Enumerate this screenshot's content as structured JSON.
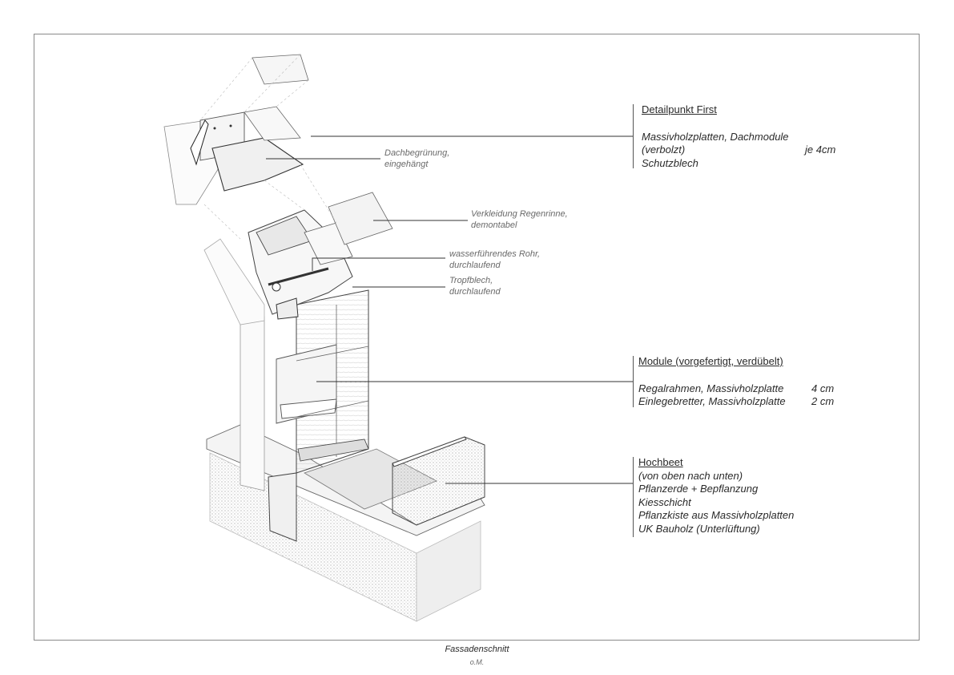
{
  "labels": {
    "dachbegruenung": [
      "Dachbegrünung,",
      "eingehängt"
    ],
    "regenrinne": [
      "Verkleidung Regenrinne,",
      "demontabel"
    ],
    "rohr": [
      "wasserführendes Rohr,",
      "durchlaufend"
    ],
    "tropfblech": [
      "Tropfblech,",
      "durchlaufend"
    ]
  },
  "first": {
    "heading": "Detailpunkt First",
    "line1": "Massivholzplatten, Dachmodule",
    "line2": "(verbolzt)",
    "line2_value": "je 4cm",
    "line3": "Schutzblech"
  },
  "module": {
    "heading": "Module (vorgefertigt, verdübelt)",
    "rows": [
      {
        "label": "Regalrahmen, Massivholzplatte",
        "value": "4 cm"
      },
      {
        "label": "Einlegebretter, Massivholzplatte",
        "value": "2 cm"
      }
    ]
  },
  "hochbeet": {
    "heading": "Hochbeet",
    "lines": [
      "(von oben nach unten)",
      "Pflanzerde + Bepflanzung",
      "Kiesschicht",
      "Pflanzkiste aus Massivholzplatten",
      "UK Bauholz (Unterlüftung)"
    ]
  },
  "caption": {
    "title": "Fassadenschnitt",
    "scale": "o.M."
  }
}
